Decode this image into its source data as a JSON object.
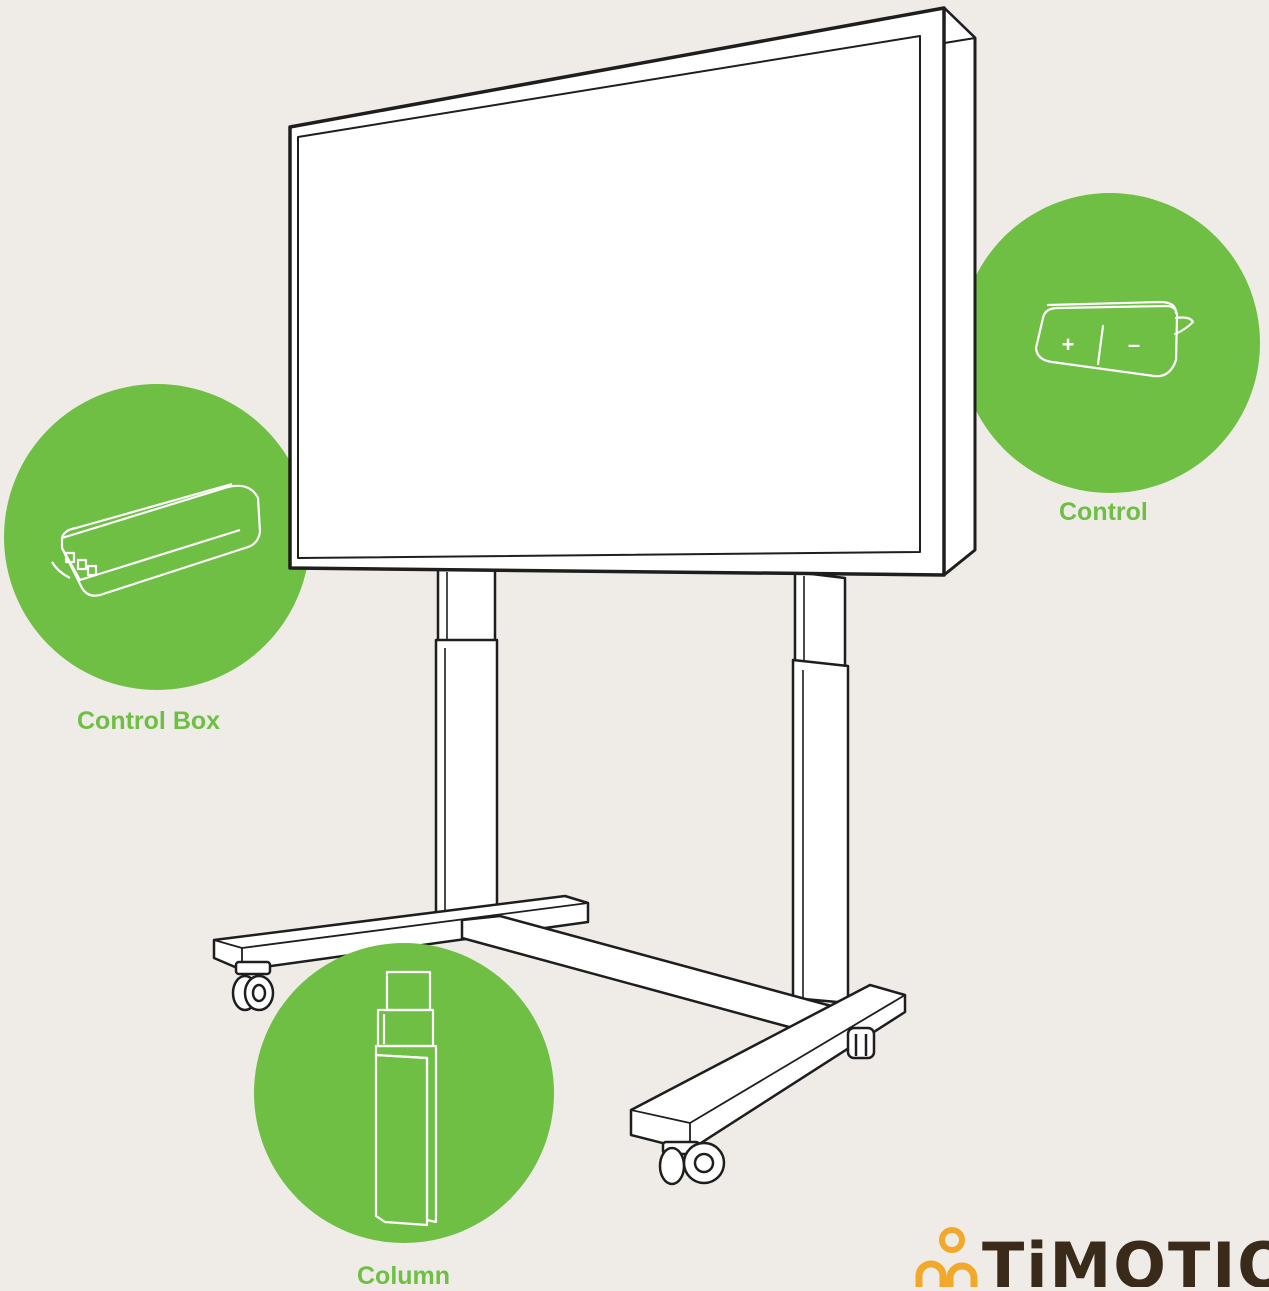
{
  "labels": {
    "control": "Control",
    "control_box": "Control Box",
    "column": "Column"
  },
  "control_buttons": {
    "plus": "+",
    "minus": "–"
  },
  "brand": {
    "logo_text": "TiMOTION"
  },
  "colors": {
    "background": "#efece8",
    "accent_green": "#6fbf44",
    "line": "#1e1e1e",
    "logo_orange": "#f2a92b",
    "logo_text": "#3a2a1a"
  },
  "icons": [
    "display-stand",
    "control-handset",
    "control-box",
    "lifting-column",
    "timotion-logo"
  ]
}
